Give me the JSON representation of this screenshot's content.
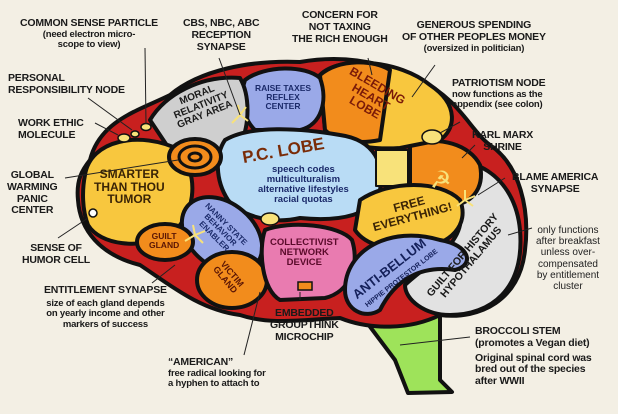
{
  "colors": {
    "background": "#f3efe4",
    "outline": "#111111",
    "orange": "#f28c1c",
    "yellow": "#f8c73e",
    "blue": "#9aa9e8",
    "light_blue": "#b9dcf5",
    "gray": "#cfcfcf",
    "pink": "#e97bb0",
    "green": "#9ee35a",
    "red": "#c8201f"
  },
  "callouts": {
    "common_sense": {
      "title": "COMMON SENSE PARTICLE",
      "note": "(need electron micro-\nscope to view)"
    },
    "media": {
      "title": "CBS, NBC, ABC\nRECEPTION\nSYNAPSE"
    },
    "taxing": {
      "title": "CONCERN FOR\nNOT TAXING\nTHE RICH ENOUGH"
    },
    "spending": {
      "title": "GENEROUS SPENDING\nOF OTHER PEOPLES MONEY",
      "note": "(oversized in politician)"
    },
    "personal": {
      "title": "PERSONAL\nRESPONSIBILITY NODE"
    },
    "patriotism": {
      "title": "PATRIOTISM NODE",
      "note": "now functions as the\nappendix (see colon)"
    },
    "work_ethic": {
      "title": "WORK ETHIC\nMOLECULE"
    },
    "marx": {
      "title": "KARL MARX\nSHRINE"
    },
    "global_warming": {
      "title": "GLOBAL\nWARMING\nPANIC\nCENTER"
    },
    "blame": {
      "title": "BLAME AMERICA\nSYNAPSE"
    },
    "humor": {
      "title": "SENSE OF\nHUMOR CELL"
    },
    "breakfast": {
      "note": "only functions\nafter breakfast\nunless over-\ncompensated\nby entitlement\ncluster"
    },
    "entitlement": {
      "title": "ENTITLEMENT SYNAPSE",
      "note": "size of each gland depends\non yearly income and other\nmarkers of success"
    },
    "groupthink": {
      "title": "EMBEDDED\nGROUPTHINK\nMICROCHIP"
    },
    "broccoli": {
      "title": "BROCCOLI STEM\n(promotes a Vegan diet)",
      "note": "Original spinal cord was\nbred out of the species\nafter WWII"
    },
    "american": {
      "title": "“AMERICAN”",
      "note": "free radical looking for\na hyphen to attach to"
    }
  },
  "regions": {
    "moral": "MORAL\nRELATIVITY\nGRAY AREA",
    "raise_taxes": "RAISE TAXES\nREFLEX\nCENTER",
    "bleeding": "BLEEDING\nHEART\nLOBE",
    "pc_title": "P.C. LOBE",
    "pc_list": "speech codes\nmulticulturalism\nalternative lifestyles\nracial quotas",
    "smarter": "SMARTER\nTHAN THOU\nTUMOR",
    "nanny": "NANNY STATE\nBEHAVIOR\nENABLER",
    "guilt_gland": "GUILT\nGLAND",
    "victim": "VICTIM\nGLAND",
    "collectivist": "COLLECTIVIST\nNETWORK\nDEVICE",
    "free": "FREE\nEVERYTHING!",
    "antibellum": "ANTI-BELLUM",
    "hippie": "HIPPIE PROTESTOR LOBE",
    "guilt_history": "GUILT FOR HISTORY\nHYPOTHALAMUS"
  }
}
